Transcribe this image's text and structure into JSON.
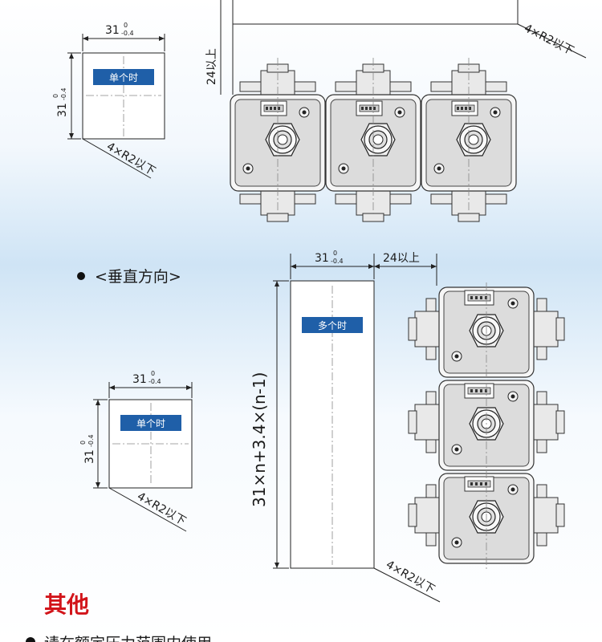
{
  "top_section": {
    "single_dim": "31",
    "tol_upper": "0",
    "tol_lower": "-0.4",
    "single_tag": "单个时",
    "corner_note": "4×R2以下",
    "gap_note": "24以上"
  },
  "vertical_section": {
    "heading": "<垂直方向>",
    "multi_width": "31",
    "multi_tol_upper": "0",
    "multi_tol_lower": "-0.4",
    "spacing_note": "24以上",
    "multi_tag": "多个时",
    "formula": "31×n+3.4×(n-1)",
    "single_dim": "31",
    "single_tol_upper": "0",
    "single_tol_lower": "-0.4",
    "single_tag": "单个时",
    "corner_note_single": "4×R2以下",
    "corner_note_multi": "4×R2以下"
  },
  "other_section": {
    "title": "其他",
    "first_line": "请在额定压力范围内使用"
  },
  "colors": {
    "tag_blue": "#1f5fa8",
    "accent_red": "#d2141a",
    "line_dark": "#1a1a1a"
  }
}
